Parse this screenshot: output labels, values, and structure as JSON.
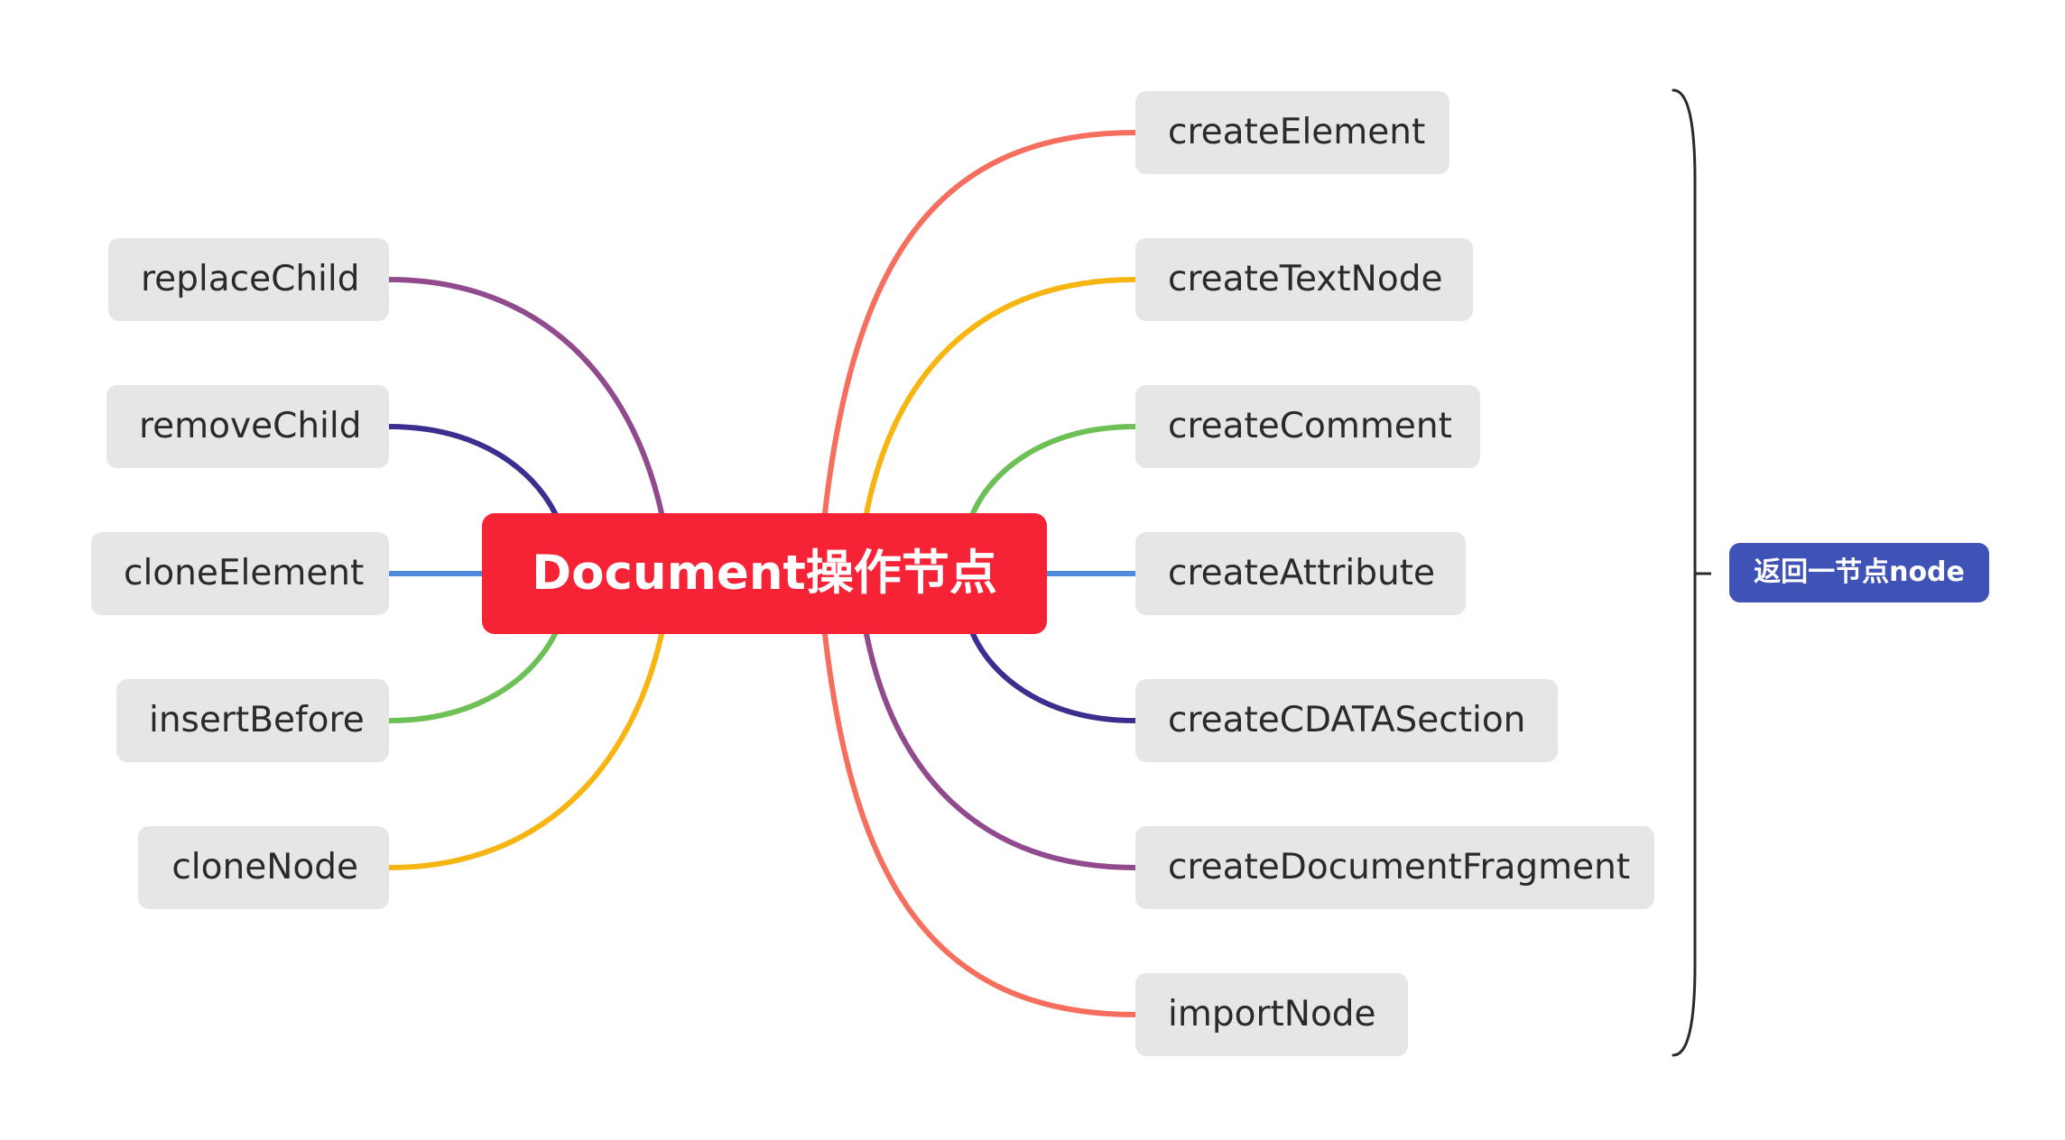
{
  "center": {
    "label": "Document操作节点",
    "color": "#f52335"
  },
  "left_nodes": [
    {
      "label": "replaceChild",
      "link_color": "#924a8e"
    },
    {
      "label": "removeChild",
      "link_color": "#3a2f8f"
    },
    {
      "label": "cloneElement",
      "link_color": "#4e89db"
    },
    {
      "label": "insertBefore",
      "link_color": "#6cc055"
    },
    {
      "label": "cloneNode",
      "link_color": "#f7b512"
    }
  ],
  "right_nodes": [
    {
      "label": "createElement",
      "link_color": "#f56e5e"
    },
    {
      "label": "createTextNode",
      "link_color": "#f7b512"
    },
    {
      "label": "createComment",
      "link_color": "#6cc055"
    },
    {
      "label": "createAttribute",
      "link_color": "#4e89db"
    },
    {
      "label": "createCDATASection",
      "link_color": "#3a2f8f"
    },
    {
      "label": "createDocumentFragment",
      "link_color": "#924a8e"
    },
    {
      "label": "importNode",
      "link_color": "#f56e5e"
    }
  ],
  "summary": {
    "label": "返回一节点node",
    "color": "#3f52b5"
  }
}
